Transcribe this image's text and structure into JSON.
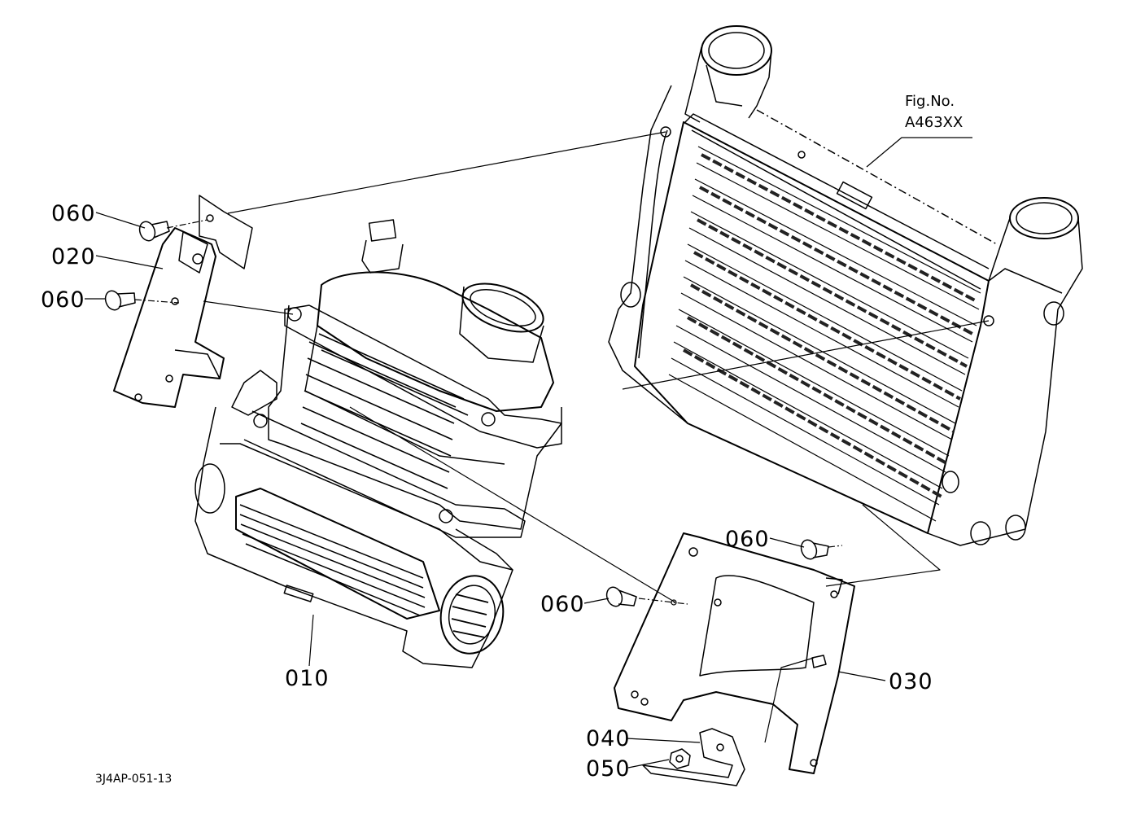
{
  "figure": {
    "fig_no_label": "Fig.No.",
    "fig_no_value": "A463XX",
    "drawing_code": "3J4AP-051-13"
  },
  "parts": [
    {
      "id": "p060a",
      "label": "060"
    },
    {
      "id": "p020",
      "label": "020"
    },
    {
      "id": "p060b",
      "label": "060"
    },
    {
      "id": "p010",
      "label": "010"
    },
    {
      "id": "p060c",
      "label": "060"
    },
    {
      "id": "p060d",
      "label": "060"
    },
    {
      "id": "p030",
      "label": "030"
    },
    {
      "id": "p040",
      "label": "040"
    },
    {
      "id": "p050",
      "label": "050"
    }
  ]
}
